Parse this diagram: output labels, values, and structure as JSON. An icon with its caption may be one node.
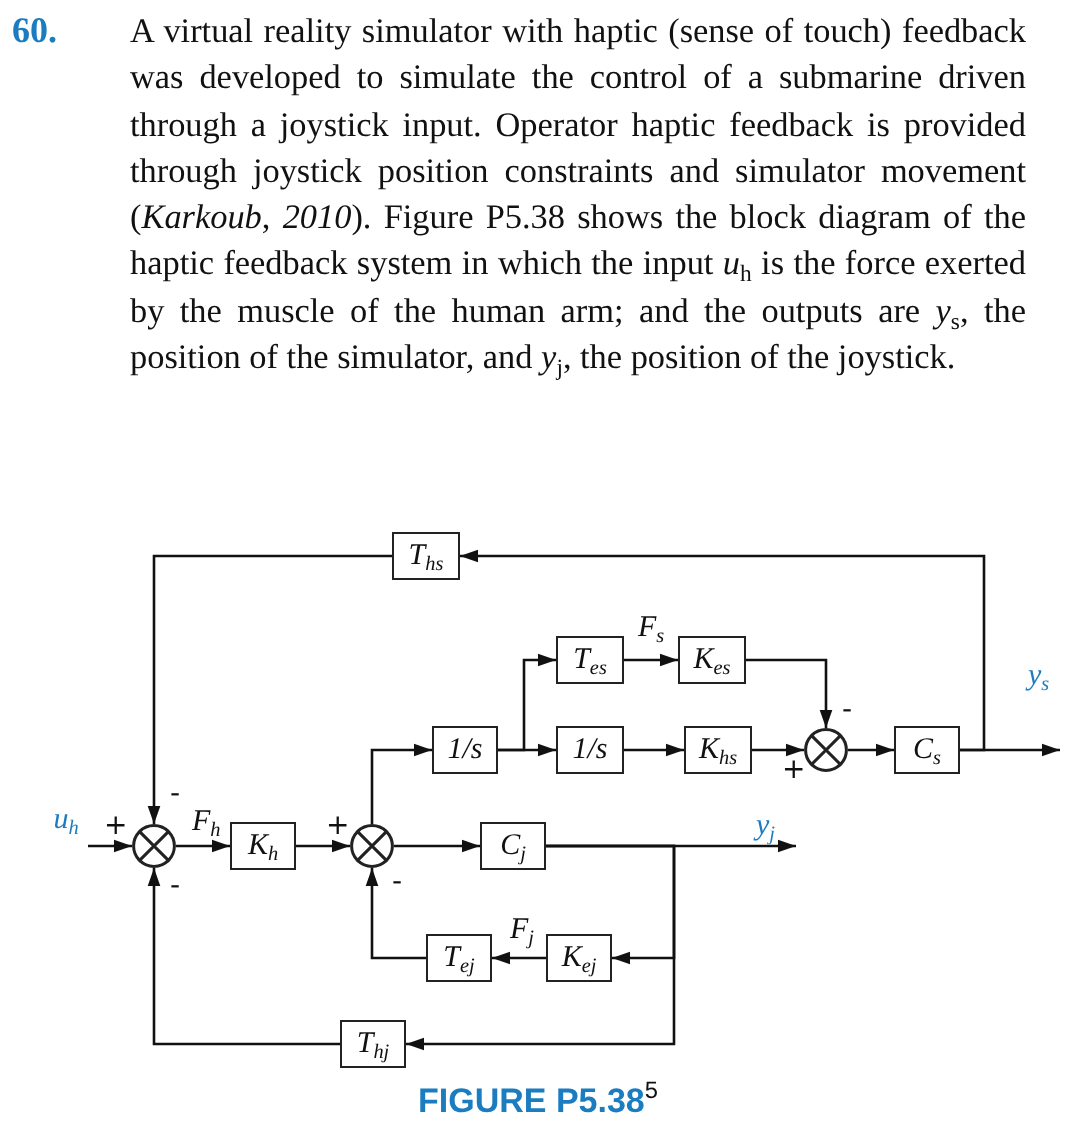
{
  "diagram": {
    "caption": "FIGURE P5.38$^{5}$",
    "nodes": [
      {
        "text": [
          "T$_{hs}$"
        ]
      },
      {
        "text": [
          "T$_{es}$"
        ]
      },
      {
        "text": [
          "K$_{es}$"
        ]
      },
      {
        "text": [
          "1/s"
        ]
      },
      {
        "text": [
          "1/s"
        ]
      },
      {
        "text": [
          "K$_{hs}$"
        ]
      },
      {
        "text": [],
        "shape": "circle"
      },
      {
        "text": [
          "C$_{s}$"
        ]
      },
      {
        "text": [
          "u$_{h}$"
        ]
      },
      {
        "text": [],
        "shape": "circle"
      },
      {
        "text": [
          "K$_{h}$"
        ]
      },
      {
        "text": [],
        "shape": "circle"
      },
      {
        "text": [
          "C$_{j}$"
        ]
      },
      {
        "text": [
          "T$_{ej}$"
        ]
      },
      {
        "text": [
          "K$_{ej}$"
        ]
      },
      {
        "text": [
          "T$_{hj}$"
        ]
      }
    ],
    "edges": [
      {
        "from": 8,
        "to": 9,
        "arrow": "to"
      },
      {
        "from": 9,
        "to": 10,
        "arrow": "to",
        "label": "F$_{h}$"
      },
      {
        "from": 10,
        "to": 11,
        "arrow": "to"
      },
      {
        "from": 11,
        "to": 3,
        "arrow": "to"
      },
      {
        "from": 11,
        "to": 12,
        "arrow": "to"
      },
      {
        "from": 3,
        "to": 1,
        "arrow": "to"
      },
      {
        "from": 3,
        "to": 4,
        "arrow": "to"
      },
      {
        "from": 1,
        "to": 2,
        "arrow": "to",
        "label": "F$_{s}$"
      },
      {
        "from": 4,
        "to": 5,
        "arrow": "to"
      },
      {
        "from": 2,
        "to": 6,
        "arrow": "to"
      },
      {
        "from": 5,
        "to": 6,
        "arrow": "to"
      },
      {
        "from": 6,
        "to": 7,
        "arrow": "to"
      },
      {
        "from": 7,
        "to": null,
        "arrow": "to",
        "label": "y$_{s}$"
      },
      {
        "from": 7,
        "to": 0,
        "arrow": "to"
      },
      {
        "from": 0,
        "to": 9,
        "arrow": "to"
      },
      {
        "from": 12,
        "to": null,
        "arrow": "to",
        "label": "y$_{j}$"
      },
      {
        "from": 12,
        "to": 14,
        "arrow": "to"
      },
      {
        "from": 14,
        "to": 13,
        "arrow": "to",
        "label": "F$_{j}$"
      },
      {
        "from": 13,
        "to": 11,
        "arrow": "to"
      },
      {
        "from": 12,
        "to": 15,
        "arrow": "to"
      },
      {
        "from": 15,
        "to": 9,
        "arrow": "to"
      }
    ],
    "labels": [
      "60.",
      "A virtual reality simulator with haptic (sense of touch) feedback was developed to simulate the control of a submarine driven through a joystick input. Operator haptic feedback is provided through joystick position constraints and simulator movement (*Karkoub*, *2010*). Figure P5.38 shows the block diagram of the haptic feedback system in which the input *u*$_{h}$ is the force exerted by the muscle of the human arm; and the outputs are *y*$_{s}$, the position of the simulator, and *y*$_{j}$, the position of the joystick.",
      "+",
      "-",
      "-",
      "+",
      "-",
      "-",
      "+"
    ]
  }
}
